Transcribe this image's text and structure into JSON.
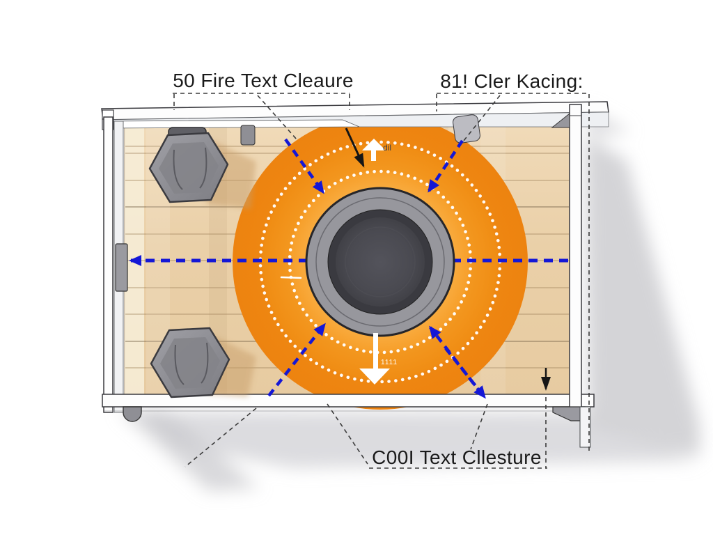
{
  "diagram": {
    "title": "fire pit deck clearance plan (top view)",
    "labels": {
      "top_left": "50 Fire Text Cleaure",
      "top_right": "81! Cler Kacing:",
      "bottom": "C00I Text Cllesture",
      "center_top_annotation": "dil",
      "center_bottom_annotation": "1111"
    },
    "colors": {
      "glow_outer": "#ed8310",
      "glow_mid": "#f7a02c",
      "glow_inner": "#fabf63",
      "wood": "#ecd3ae",
      "pit_ring_gray": "#97979d",
      "pit_bowl_dark": "#47474d",
      "dimension_blue": "#1417d6",
      "frame_white": "#fdfdfd",
      "chair_gray": "#8f8f95"
    }
  }
}
